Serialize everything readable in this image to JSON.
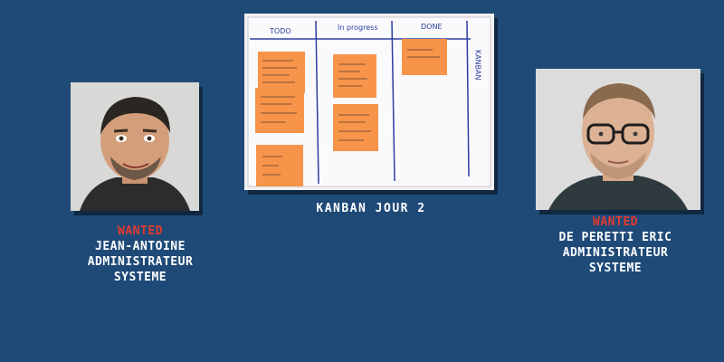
{
  "board_caption": "KANBAN JOUR 2",
  "left_person": {
    "badge": "WANTED",
    "name": "JEAN-ANTOINE",
    "role_line1": "ADMINISTRATEUR",
    "role_line2": "SYSTEME"
  },
  "right_person": {
    "badge": "WANTED",
    "name": "DE PERETTI ERIC",
    "role_line1": "ADMINISTRATEUR",
    "role_line2": "SYSTEME"
  },
  "board": {
    "columns": [
      "TODO",
      "In progress",
      "DONE"
    ],
    "side_label": "KANBAN"
  },
  "colors": {
    "background": "#1f4a78",
    "wanted": "#e23a2f",
    "sticky_note": "#f7944a"
  }
}
